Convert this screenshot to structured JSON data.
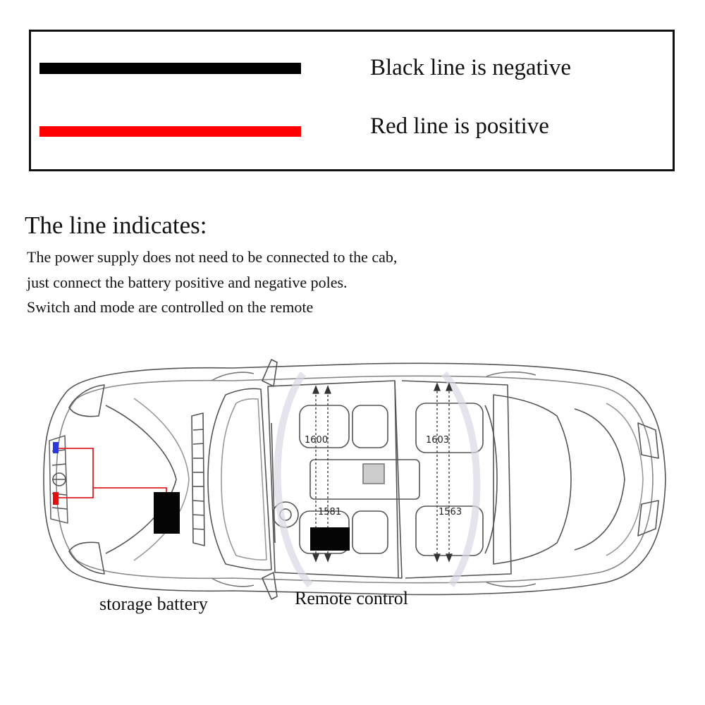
{
  "legend": {
    "black_label": "Black line is negative",
    "red_label": "Red line is positive",
    "colors": {
      "negative": "#000000",
      "positive": "#ff0000"
    }
  },
  "notes": {
    "heading": "The line indicates:",
    "lines": [
      "The power supply does not need to be connected to the cab,",
      "just connect the battery positive and negative poles.",
      "Switch and mode are controlled on the remote"
    ]
  },
  "diagram": {
    "measurements": [
      "1600",
      "1603",
      "1581",
      "1563"
    ],
    "labels": {
      "battery": "storage battery",
      "remote": "Remote control"
    },
    "colors": {
      "wire": "#e02020",
      "light_blue": "#2a3bdd",
      "light_red": "#e01010"
    },
    "icons": [
      "car-outline-icon",
      "battery-icon",
      "remote-control-icon"
    ]
  }
}
